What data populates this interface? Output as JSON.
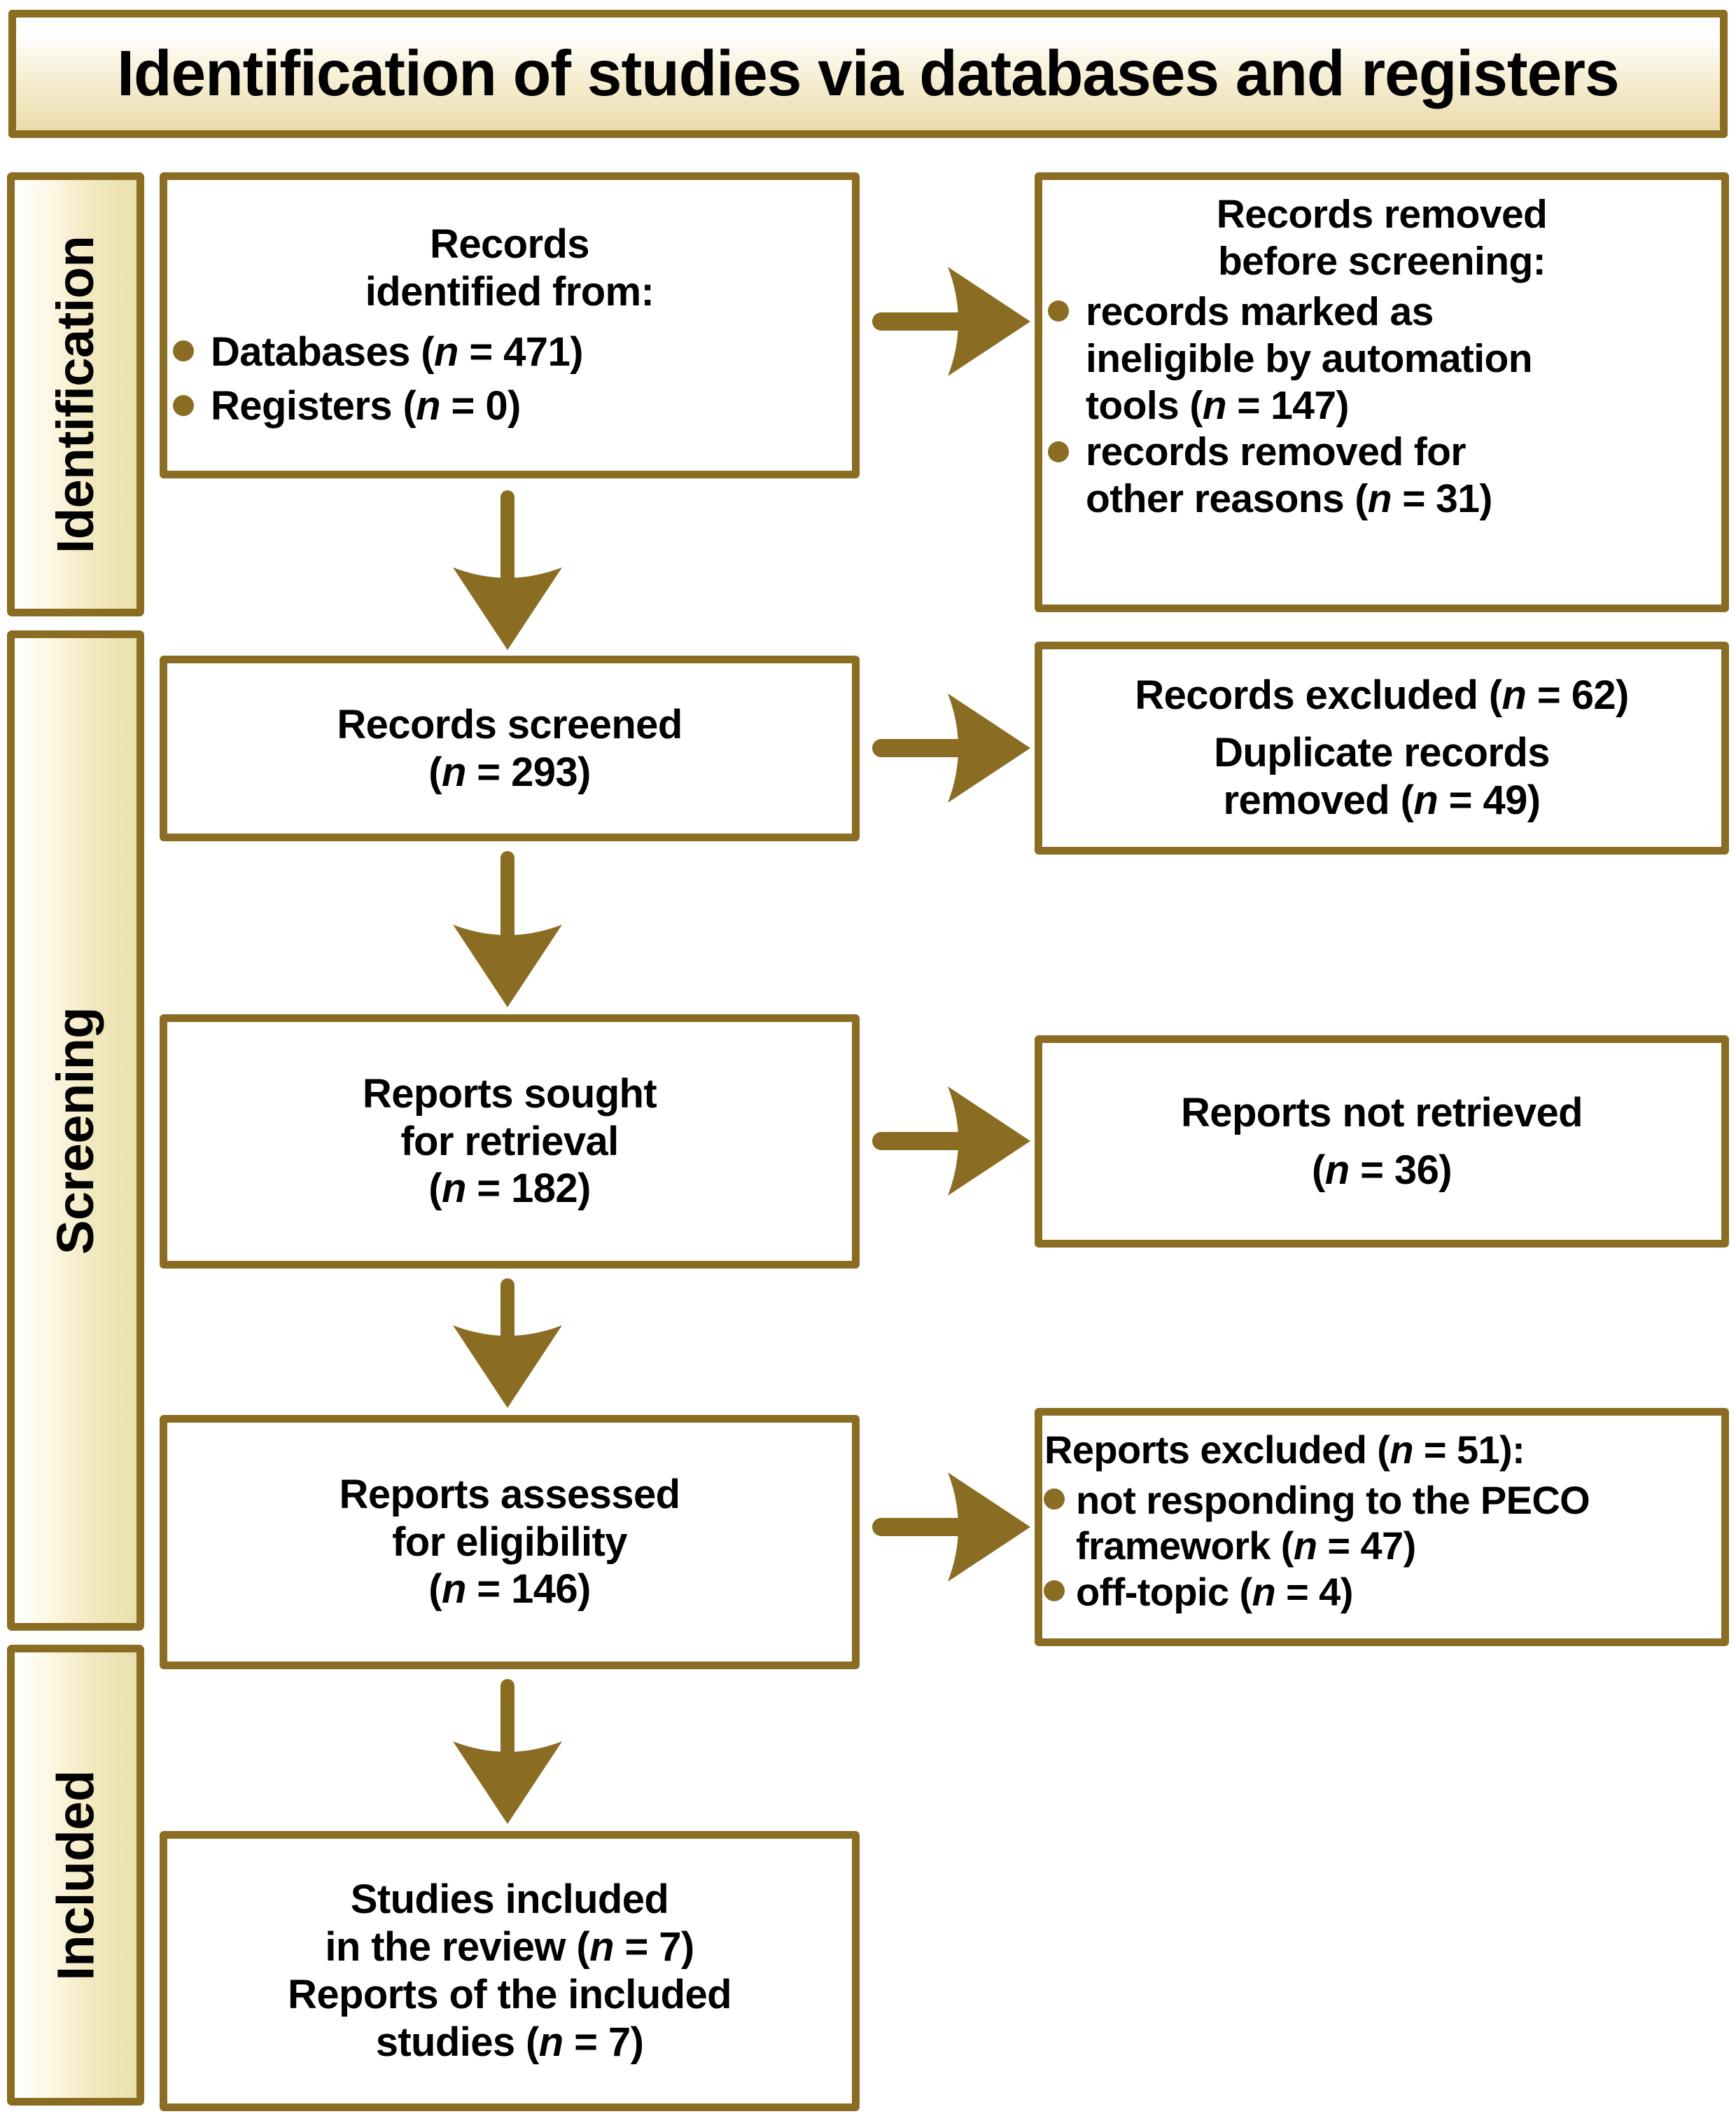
{
  "colors": {
    "border": "#8a6d22",
    "arrow": "#8a6d22",
    "bullet": "#8a6d22",
    "banner_top": "#ffffff",
    "banner_bottom": "#e9dcac",
    "text": "#000000",
    "box_fill": "#ffffff"
  },
  "title": "Identification of studies via databases and registers",
  "stages": [
    {
      "label": "Identification"
    },
    {
      "label": "Screening"
    },
    {
      "label": "Included"
    }
  ],
  "flow": {
    "identified": {
      "heading_line1": "Records",
      "heading_line2": "identified from:",
      "bullets": [
        {
          "text": "Databases (",
          "n_label": "n",
          "n_value": " = 471)"
        },
        {
          "text": "Registers (",
          "n_label": "n",
          "n_value": " = 0)"
        }
      ]
    },
    "removed": {
      "heading_line1": "Records removed",
      "heading_line2": "before screening:",
      "bullets": [
        {
          "line1": "records marked as",
          "line2": "ineligible by automation",
          "line3_pre": "tools (",
          "n_label": "n",
          "line3_post": " = 147)"
        },
        {
          "line1": "records removed for",
          "line2_pre": "other reasons (",
          "n_label": "n",
          "line2_post": " = 31)"
        }
      ]
    },
    "screened": {
      "line1": "Records screened",
      "line2_pre": "(",
      "n_label": "n",
      "line2_post": " = 293)"
    },
    "excluded": {
      "line1_pre": "Records excluded (",
      "line1_n": "n",
      "line1_post": " = 62)",
      "line2": "Duplicate records",
      "line3_pre": "removed (",
      "line3_n": "n",
      "line3_post": " = 49)"
    },
    "sought": {
      "line1": "Reports sought",
      "line2": "for retrieval",
      "line3_pre": "(",
      "n_label": "n",
      "line3_post": " = 182)"
    },
    "not_retrieved": {
      "line1": "Reports not retrieved",
      "line2_pre": "(",
      "n_label": "n",
      "line2_post": " = 36)"
    },
    "assessed": {
      "line1": "Reports assessed",
      "line2": "for eligibility",
      "line3_pre": "(",
      "n_label": "n",
      "line3_post": " = 146)"
    },
    "reports_excluded": {
      "heading_pre": "Reports excluded (",
      "heading_n": "n",
      "heading_post": " = 51):",
      "bullets": [
        {
          "line1": "not responding to the PECO",
          "line2_pre": "framework (",
          "n_label": "n",
          "line2_post": " = 47)"
        },
        {
          "line1_pre": "off-topic (",
          "n_label": "n",
          "line1_post": " = 4)"
        }
      ]
    },
    "included": {
      "line1": "Studies included",
      "line2_pre": "in the review (",
      "line2_n": "n",
      "line2_post": " = 7)",
      "line3": "Reports of the included",
      "line4_pre": "studies (",
      "line4_n": "n",
      "line4_post": " = 7)"
    }
  },
  "arrows": [
    {
      "name": "identified-to-removed",
      "direction": "right"
    },
    {
      "name": "identified-to-screened",
      "direction": "down"
    },
    {
      "name": "screened-to-excluded",
      "direction": "right"
    },
    {
      "name": "screened-to-sought",
      "direction": "down"
    },
    {
      "name": "sought-to-not-retrieved",
      "direction": "right"
    },
    {
      "name": "sought-to-assessed",
      "direction": "down"
    },
    {
      "name": "assessed-to-reports-excluded",
      "direction": "right"
    },
    {
      "name": "assessed-to-included",
      "direction": "down"
    }
  ]
}
